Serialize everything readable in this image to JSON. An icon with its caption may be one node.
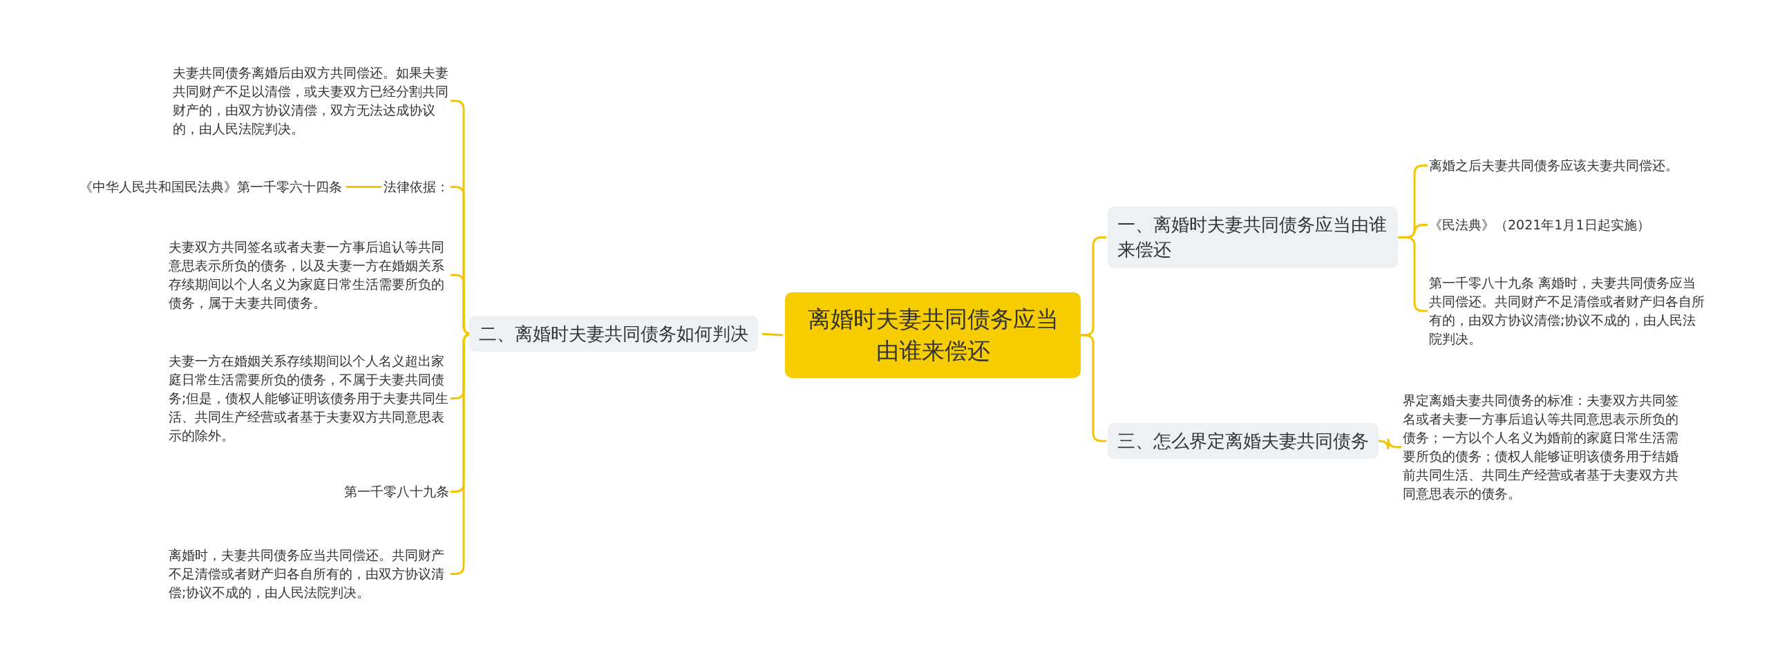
{
  "diagram": {
    "nodes": [
      {
        "text": [
          "离婚时夫妻共同债务应当由谁来偿还"
        ]
      },
      {
        "text": [
          "一、离婚时夫妻共同债务应当由谁来偿还"
        ]
      },
      {
        "text": [
          "离婚之后夫妻共同债务应该夫妻共同偿还。"
        ]
      },
      {
        "text": [
          "《民法典》（2021年1月1日起实施）"
        ]
      },
      {
        "text": [
          "第一千零八十九条 离婚时，夫妻共同债务应当共同偿还。共同财产不足清偿或者财产归各自所有的，由双方协议清偿;协议不成的，由人民法院判决。"
        ]
      },
      {
        "text": [
          "三、怎么界定离婚夫妻共同债务"
        ]
      },
      {
        "text": [
          "界定离婚夫妻共同债务的标准：夫妻双方共同签名或者夫妻一方事后追认等共同意思表示所负的债务；一方以个人名义为婚前的家庭日常生活需要所负的债务；债权人能够证明该债务用于结婚前共同生活、共同生产经营或者基于夫妻双方共同意思表示的债务。"
        ]
      },
      {
        "text": [
          "二、离婚时夫妻共同债务如何判决"
        ]
      },
      {
        "text": [
          "夫妻共同债务离婚后由双方共同偿还。如果夫妻共同财产不足以清偿，或夫妻双方已经分割共同财产的，由双方协议清偿，双方无法达成协议的，由人民法院判决。"
        ]
      },
      {
        "text": [
          "法律依据："
        ]
      },
      {
        "text": [
          "《中华人民共和国民法典》第一千零六十四条"
        ]
      },
      {
        "text": [
          "夫妻双方共同签名或者夫妻一方事后追认等共同意思表示所负的债务，以及夫妻一方在婚姻关系存续期间以个人名义为家庭日常生活需要所负的债务，属于夫妻共同债务。"
        ]
      },
      {
        "text": [
          "夫妻一方在婚姻关系存续期间以个人名义超出家庭日常生活需要所负的债务，不属于夫妻共同债务;但是，债权人能够证明该债务用于夫妻共同生活、共同生产经营或者基于夫妻双方共同意思表示的除外。"
        ]
      },
      {
        "text": [
          "第一千零八十九条"
        ]
      },
      {
        "text": [
          "离婚时，夫妻共同债务应当共同偿还。共同财产不足清偿或者财产归各自所有的，由双方协议清偿;协议不成的，由人民法院判决。"
        ]
      }
    ],
    "edges": [
      {
        "from": 0,
        "to": 1,
        "arrow": "none"
      },
      {
        "from": 0,
        "to": 5,
        "arrow": "none"
      },
      {
        "from": 0,
        "to": 7,
        "arrow": "none"
      },
      {
        "from": 1,
        "to": 2,
        "arrow": "none"
      },
      {
        "from": 1,
        "to": 3,
        "arrow": "none"
      },
      {
        "from": 1,
        "to": 4,
        "arrow": "none"
      },
      {
        "from": 5,
        "to": 6,
        "arrow": "none"
      },
      {
        "from": 7,
        "to": 8,
        "arrow": "none"
      },
      {
        "from": 7,
        "to": 9,
        "arrow": "none"
      },
      {
        "from": 7,
        "to": 11,
        "arrow": "none"
      },
      {
        "from": 7,
        "to": 12,
        "arrow": "none"
      },
      {
        "from": 7,
        "to": 13,
        "arrow": "none"
      },
      {
        "from": 7,
        "to": 14,
        "arrow": "none"
      },
      {
        "from": 9,
        "to": 10,
        "arrow": "none"
      }
    ]
  }
}
